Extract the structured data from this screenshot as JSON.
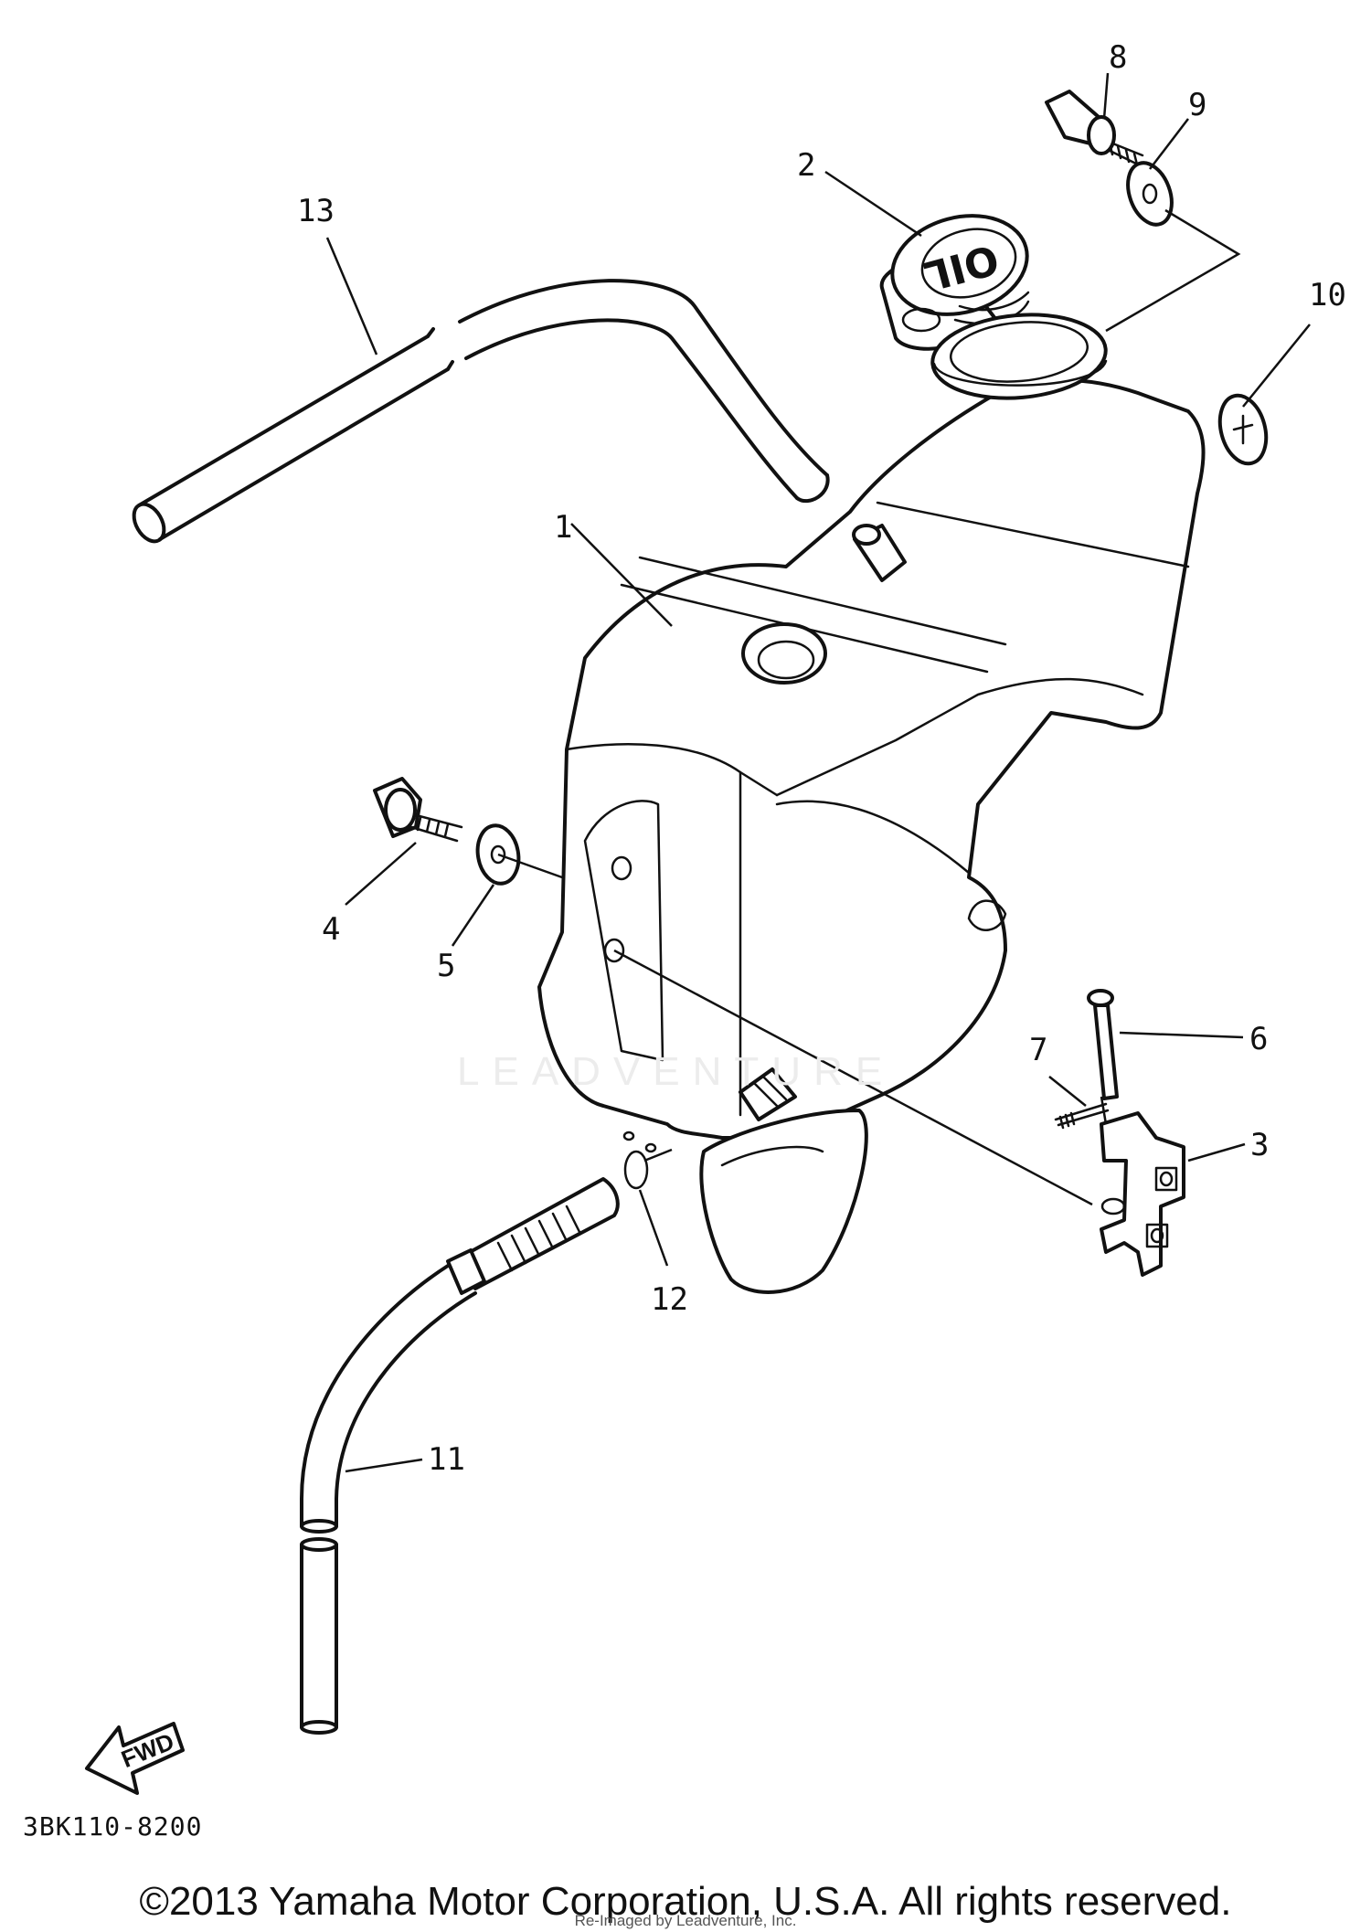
{
  "diagram": {
    "callouts": [
      "1",
      "2",
      "3",
      "4",
      "5",
      "6",
      "7",
      "8",
      "9",
      "10",
      "11",
      "12",
      "13"
    ],
    "cap_text": "OIL",
    "direction_label": "FWD",
    "watermark": "LEADVENTURE",
    "drawing_code": "3BK110-8200",
    "copyright": "©2013 Yamaha Motor Corporation, U.S.A. All rights reserved.",
    "credit": "Re-Imaged by Leadventure, Inc."
  }
}
